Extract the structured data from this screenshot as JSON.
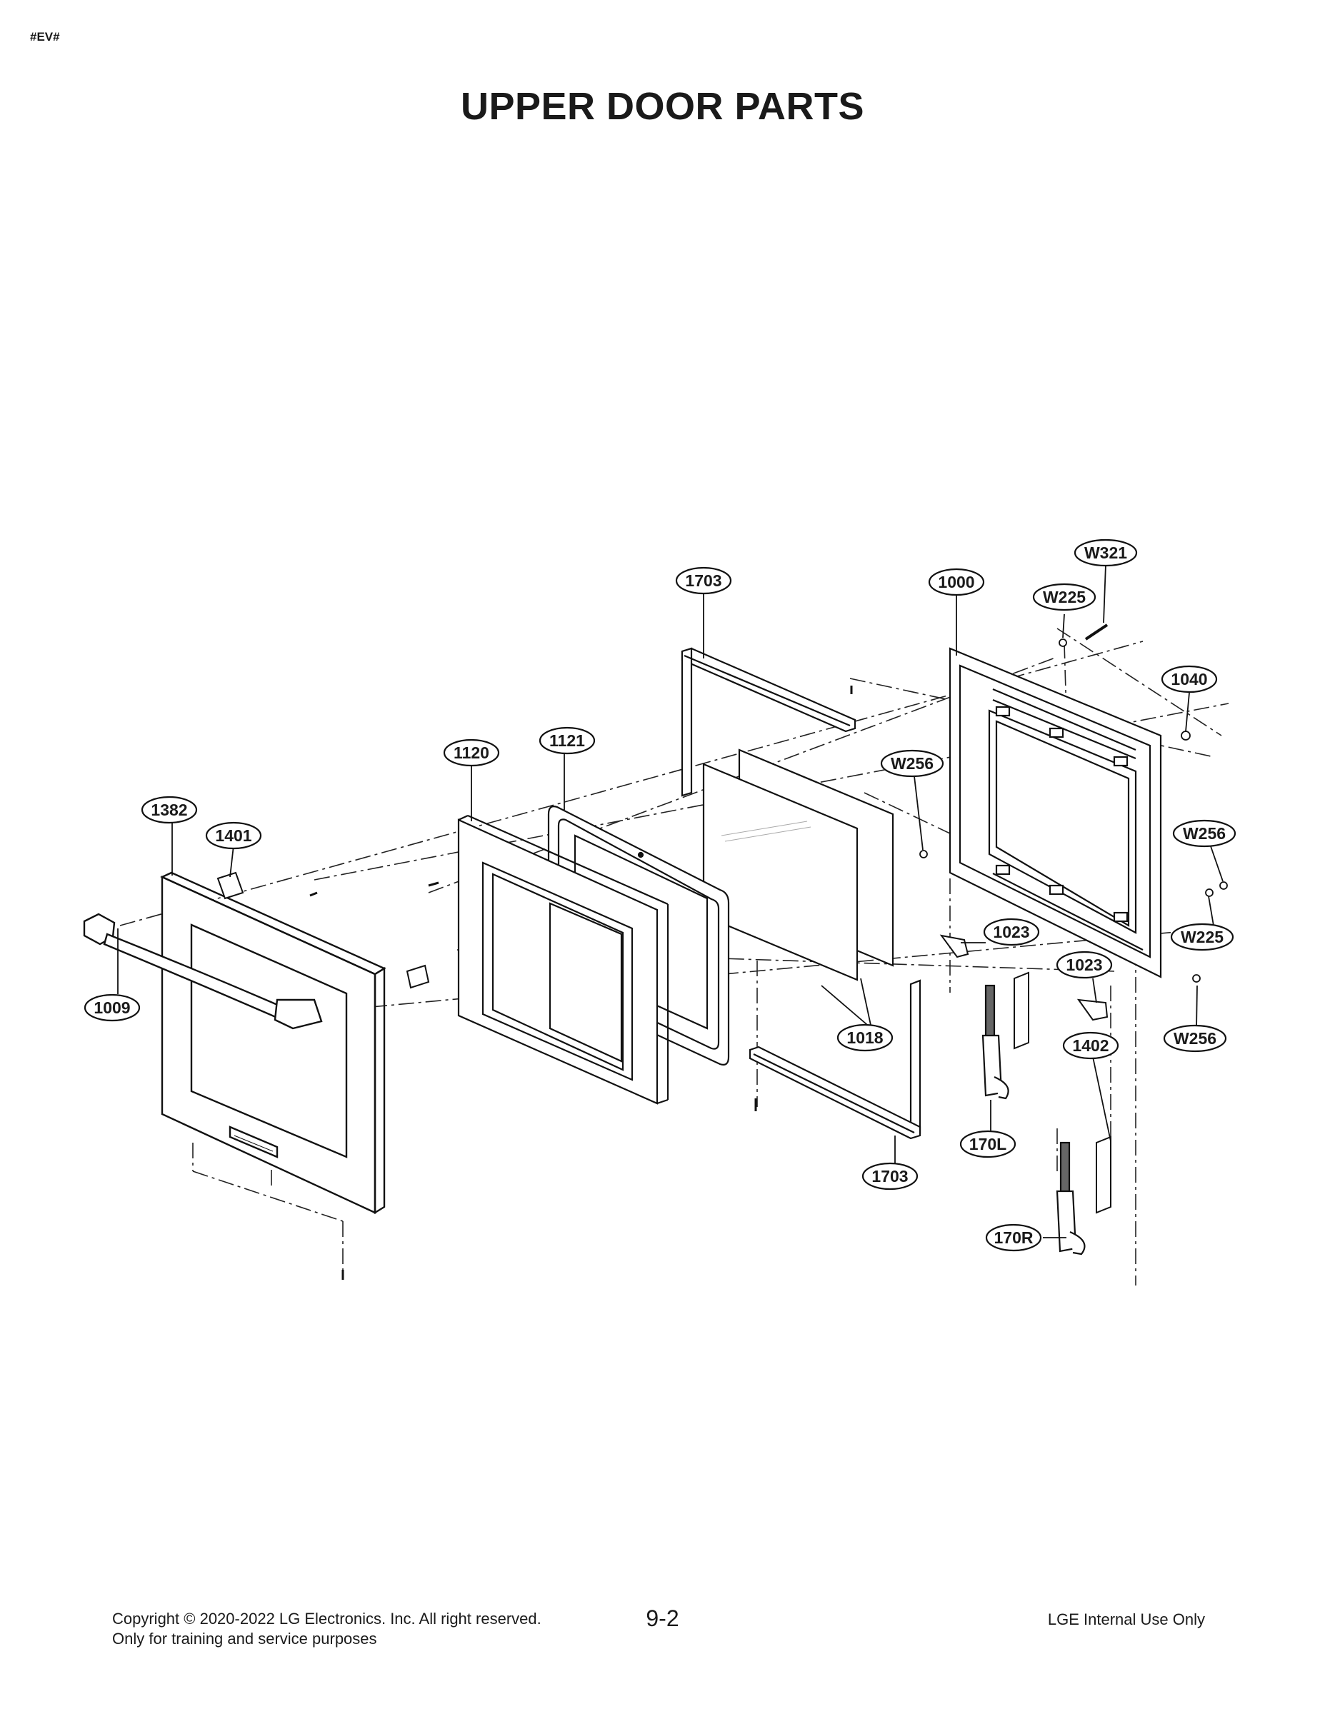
{
  "header": {
    "doc_code": "#EV#",
    "title": "UPPER DOOR PARTS"
  },
  "parts": [
    {
      "id": "1703-top",
      "label": "1703"
    },
    {
      "id": "1000",
      "label": "1000"
    },
    {
      "id": "W321",
      "label": "W321"
    },
    {
      "id": "W225-top",
      "label": "W225"
    },
    {
      "id": "1040",
      "label": "1040"
    },
    {
      "id": "1120",
      "label": "1120"
    },
    {
      "id": "1121",
      "label": "1121"
    },
    {
      "id": "W256-mid",
      "label": "W256"
    },
    {
      "id": "1382",
      "label": "1382"
    },
    {
      "id": "1401",
      "label": "1401"
    },
    {
      "id": "W256-right",
      "label": "W256"
    },
    {
      "id": "1023-a",
      "label": "1023"
    },
    {
      "id": "W225-right",
      "label": "W225"
    },
    {
      "id": "1023-b",
      "label": "1023"
    },
    {
      "id": "1009",
      "label": "1009"
    },
    {
      "id": "1018",
      "label": "1018"
    },
    {
      "id": "1402",
      "label": "1402"
    },
    {
      "id": "W256-low",
      "label": "W256"
    },
    {
      "id": "170L",
      "label": "170L"
    },
    {
      "id": "1703-bottom",
      "label": "1703"
    },
    {
      "id": "170R",
      "label": "170R"
    }
  ],
  "footer": {
    "copyright": "Copyright © 2020-2022 LG Electronics. Inc. All right reserved.",
    "training_note": "Only for training and service purposes",
    "page_number": "9-2",
    "internal_note": "LGE Internal Use Only"
  }
}
